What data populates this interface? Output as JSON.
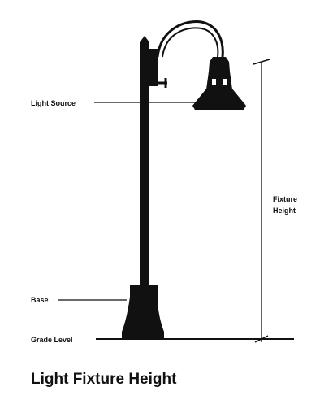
{
  "labels": {
    "light_source": "Light Source",
    "base": "Base",
    "grade_level": "Grade Level",
    "fixture_height_line1": "Fixture",
    "fixture_height_line2": "Height"
  },
  "caption": "Light Fixture Height",
  "colors": {
    "ink": "#111111",
    "background": "#ffffff"
  }
}
